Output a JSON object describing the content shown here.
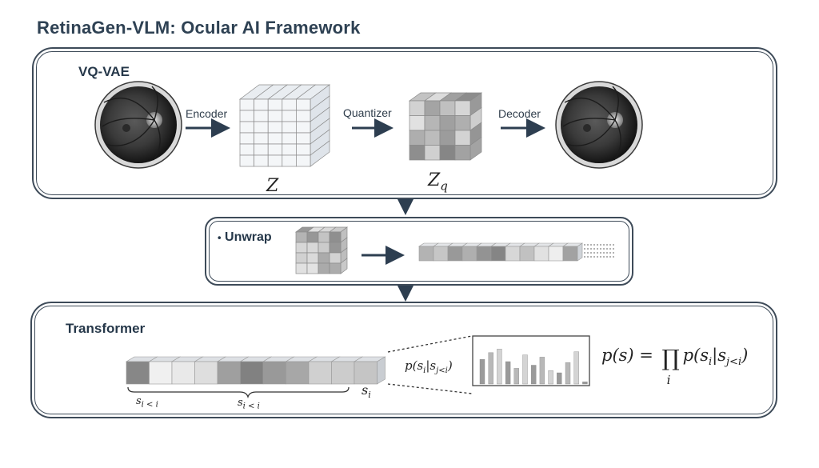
{
  "title": "RetinaGen-VLM: Ocular AI Framework",
  "vqvae": {
    "label": "VQ-VAE",
    "encoder_label": "Encoder",
    "quantizer_label": "Quantizer",
    "decoder_label": "Decoder",
    "z_label": "Z",
    "zq_base": "Z",
    "zq_sub": "q"
  },
  "unwrap": {
    "bullet": "•",
    "label": "Unwrap"
  },
  "transformer": {
    "label": "Transformer",
    "context_label_1": "s",
    "context_label_1_sub": "i < i",
    "context_label_2": "s",
    "context_label_2_sub": "i < i",
    "current_token": "s",
    "current_token_sub": "i",
    "conditional": "p(s",
    "conditional_sub1": "i",
    "conditional_mid": "|s",
    "conditional_sub2": "j<i",
    "conditional_end": ")",
    "equation_lhs": "p(s) =",
    "equation_prod": "∏",
    "equation_index": "i",
    "equation_rhs": "p(s",
    "equation_rhs_sub1": "i",
    "equation_rhs_mid": "|s",
    "equation_rhs_sub2": "j<i",
    "equation_rhs_end": ")"
  },
  "colors": {
    "panel_border": "#3e4b59",
    "arrow": "#2d3e50",
    "title": "#2e4153"
  }
}
